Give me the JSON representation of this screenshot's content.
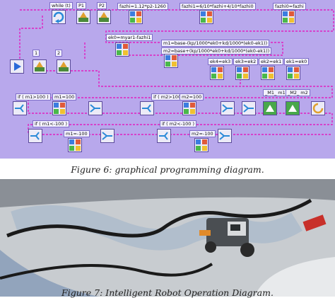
{
  "figure6": {
    "caption": "Figure 6: graphical programming diagram.",
    "blocks": {
      "while": "while (t)",
      "p1": "P1",
      "p2": "P2",
      "fazhi_top": "fazhi=1.12*p2-1260",
      "fazhi1": "fazhi1=6/10*fazhi+4/10*fazhi0",
      "fazhi0": "fazhi0=fazhi",
      "ek0": "ek0=myar1-fazhi1",
      "m1_formula": "m1=base-(kp/1000*ek0+kd/1000*(ek0-ek1))",
      "m2_formula": "m2=base+(kp/1000*ek0+kd/1000*(ek0-ek1))",
      "ek4": "ek4=ek3",
      "ek3": "ek3=ek2",
      "ek2": "ek2=ek1",
      "ek1": "ek1=ek0",
      "num1": "1",
      "num2": "2",
      "if_m1_gt": "if ( m1>100 )",
      "m1_eq100": "m1=100",
      "if_m1_lt": "if ( m1<-100 )",
      "m1_eqm100": "m1=-100",
      "if_m2_gt": "if ( m2>100 )",
      "m2_eq100": "m2=100",
      "if_m2_lt": "if ( m2<-100 )",
      "m2_eqm100": "m2=-100",
      "motor1": "_M1_ m1",
      "motor2": "_M2_ m2"
    }
  },
  "figure7": {
    "caption": "Figure 7: Intelligent Robot Operation Diagram.",
    "photo_alt": "LEGO robot following a black line on a printed track mat"
  }
}
